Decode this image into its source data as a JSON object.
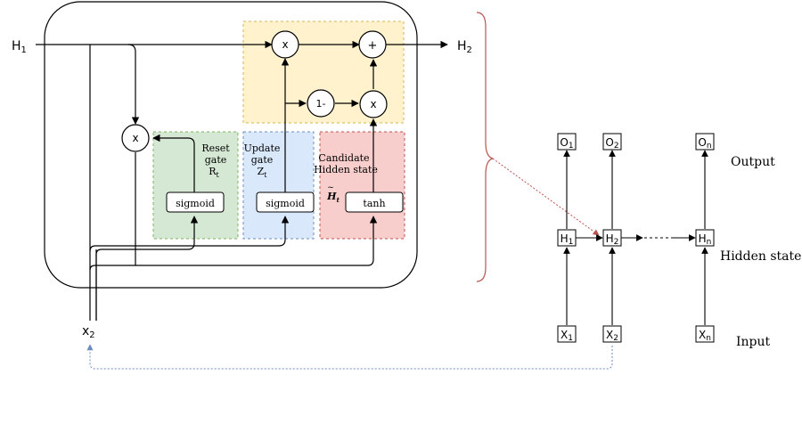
{
  "left": {
    "input_h1": {
      "main": "H",
      "sub": "1"
    },
    "output_h2": {
      "main": "H",
      "sub": "2"
    },
    "input_x2": {
      "main": "x",
      "sub": "2"
    },
    "ops": {
      "reset_mult": "x",
      "update_mult": "x",
      "add": "+",
      "one_minus": "1-",
      "cand_mult": "x"
    },
    "reset_gate": {
      "line1": "Reset",
      "line2": "gate",
      "line3_main": "R",
      "line3_sub": "t",
      "fn": "sigmoid"
    },
    "update_gate": {
      "line1": "Update",
      "line2": "gate",
      "line3_main": "Z",
      "line3_sub": "t",
      "fn": "sigmoid"
    },
    "candidate": {
      "line1": "Candidate",
      "line2": "Hidden state",
      "symbol_main": "H",
      "symbol_sub": "t",
      "fn": "tanh"
    },
    "colors": {
      "update_region": "#fff2cc",
      "reset_gate": "#d5e8d4",
      "update_gate": "#dae8fc",
      "candidate": "#f8cecc",
      "brace": "#b85450",
      "feedback": "#6c8ebf"
    }
  },
  "right": {
    "outputs": [
      {
        "main": "O",
        "sub": "1"
      },
      {
        "main": "O",
        "sub": "2"
      },
      {
        "main": "O",
        "sub": "n"
      }
    ],
    "hidden": [
      {
        "main": "H",
        "sub": "1"
      },
      {
        "main": "H",
        "sub": "2"
      },
      {
        "main": "H",
        "sub": "n"
      }
    ],
    "inputs": [
      {
        "main": "X",
        "sub": "1"
      },
      {
        "main": "X",
        "sub": "2"
      },
      {
        "main": "X",
        "sub": "n"
      }
    ],
    "row_labels": {
      "output": "Output",
      "hidden": "Hidden state",
      "input": "Input"
    }
  }
}
